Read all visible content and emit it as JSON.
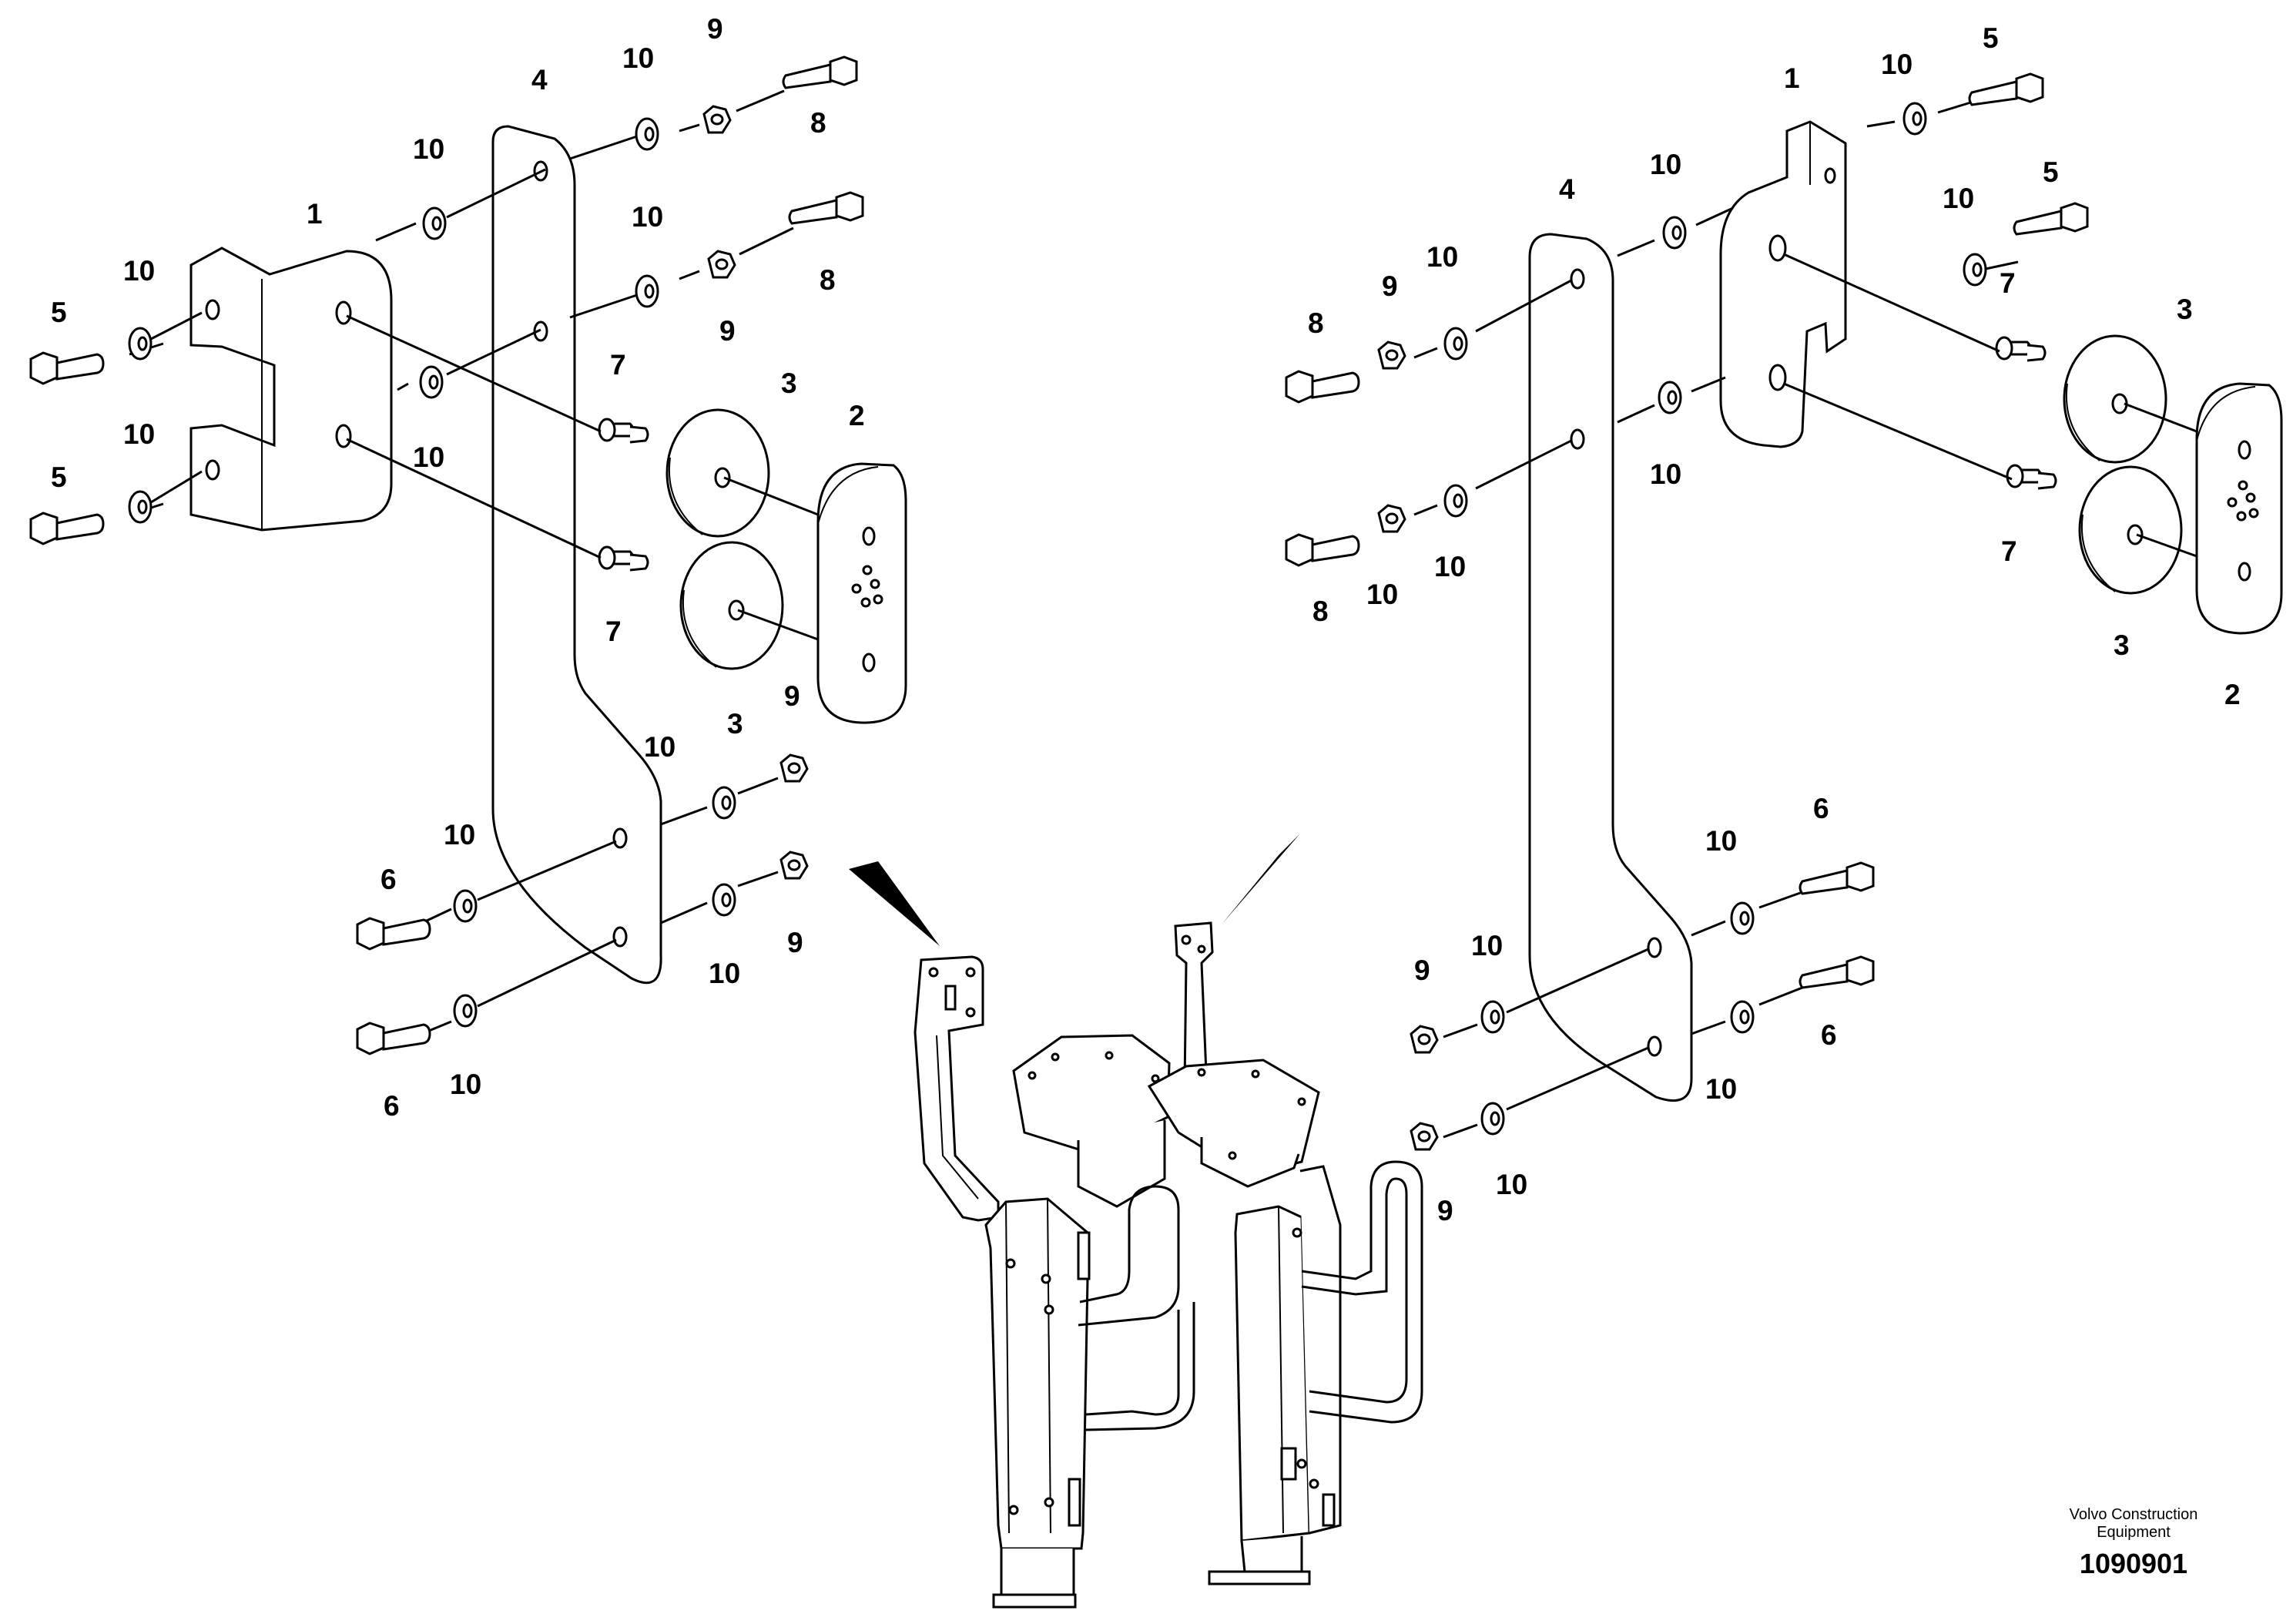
{
  "diagram": {
    "callouts": {
      "1": "1",
      "2": "2",
      "3": "3",
      "4": "4",
      "5": "5",
      "6": "6",
      "7": "7",
      "8": "8",
      "9": "9",
      "10": "10"
    }
  },
  "footer": {
    "company_line1": "Volvo Construction",
    "company_line2": "Equipment",
    "drawing_number": "1090901"
  }
}
